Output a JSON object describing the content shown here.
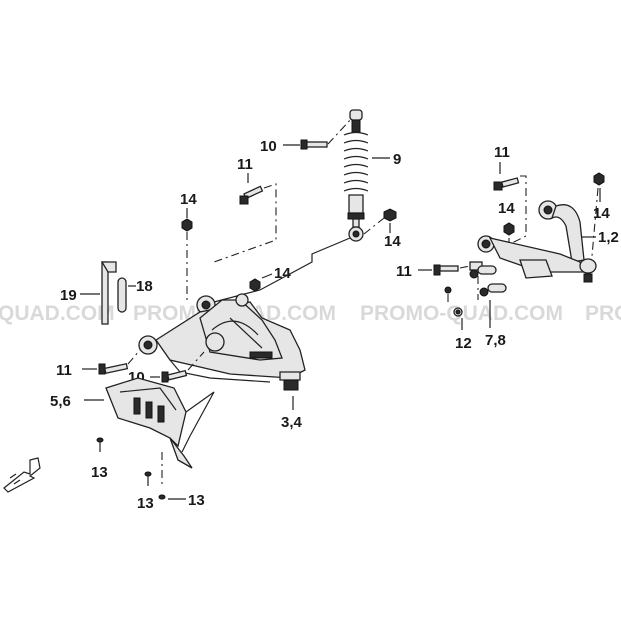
{
  "watermark": {
    "left": "QUAD.COM",
    "middle": "PROMO-QUAD.COM",
    "right": "PROMO-QUAD.COM",
    "edge": "PRO"
  },
  "labels": {
    "shock_absorber": "9",
    "bolt_shock_top": "10",
    "bolt_lower": "10",
    "bolt_11_a": "11",
    "bolt_11_b": "11",
    "bolt_11_c": "11",
    "bolt_11_d": "11",
    "nut_14_a": "14",
    "nut_14_b": "14",
    "nut_14_c": "14",
    "nut_14_d": "14",
    "nut_14_e": "14",
    "upper_arm": "1,2",
    "lower_arm": "3,4",
    "guard": "5,6",
    "bushing": "7,8",
    "washer": "12",
    "screw_13_a": "13",
    "screw_13_b": "13",
    "screw_13_c": "13",
    "part_18": "18",
    "part_19": "19"
  }
}
